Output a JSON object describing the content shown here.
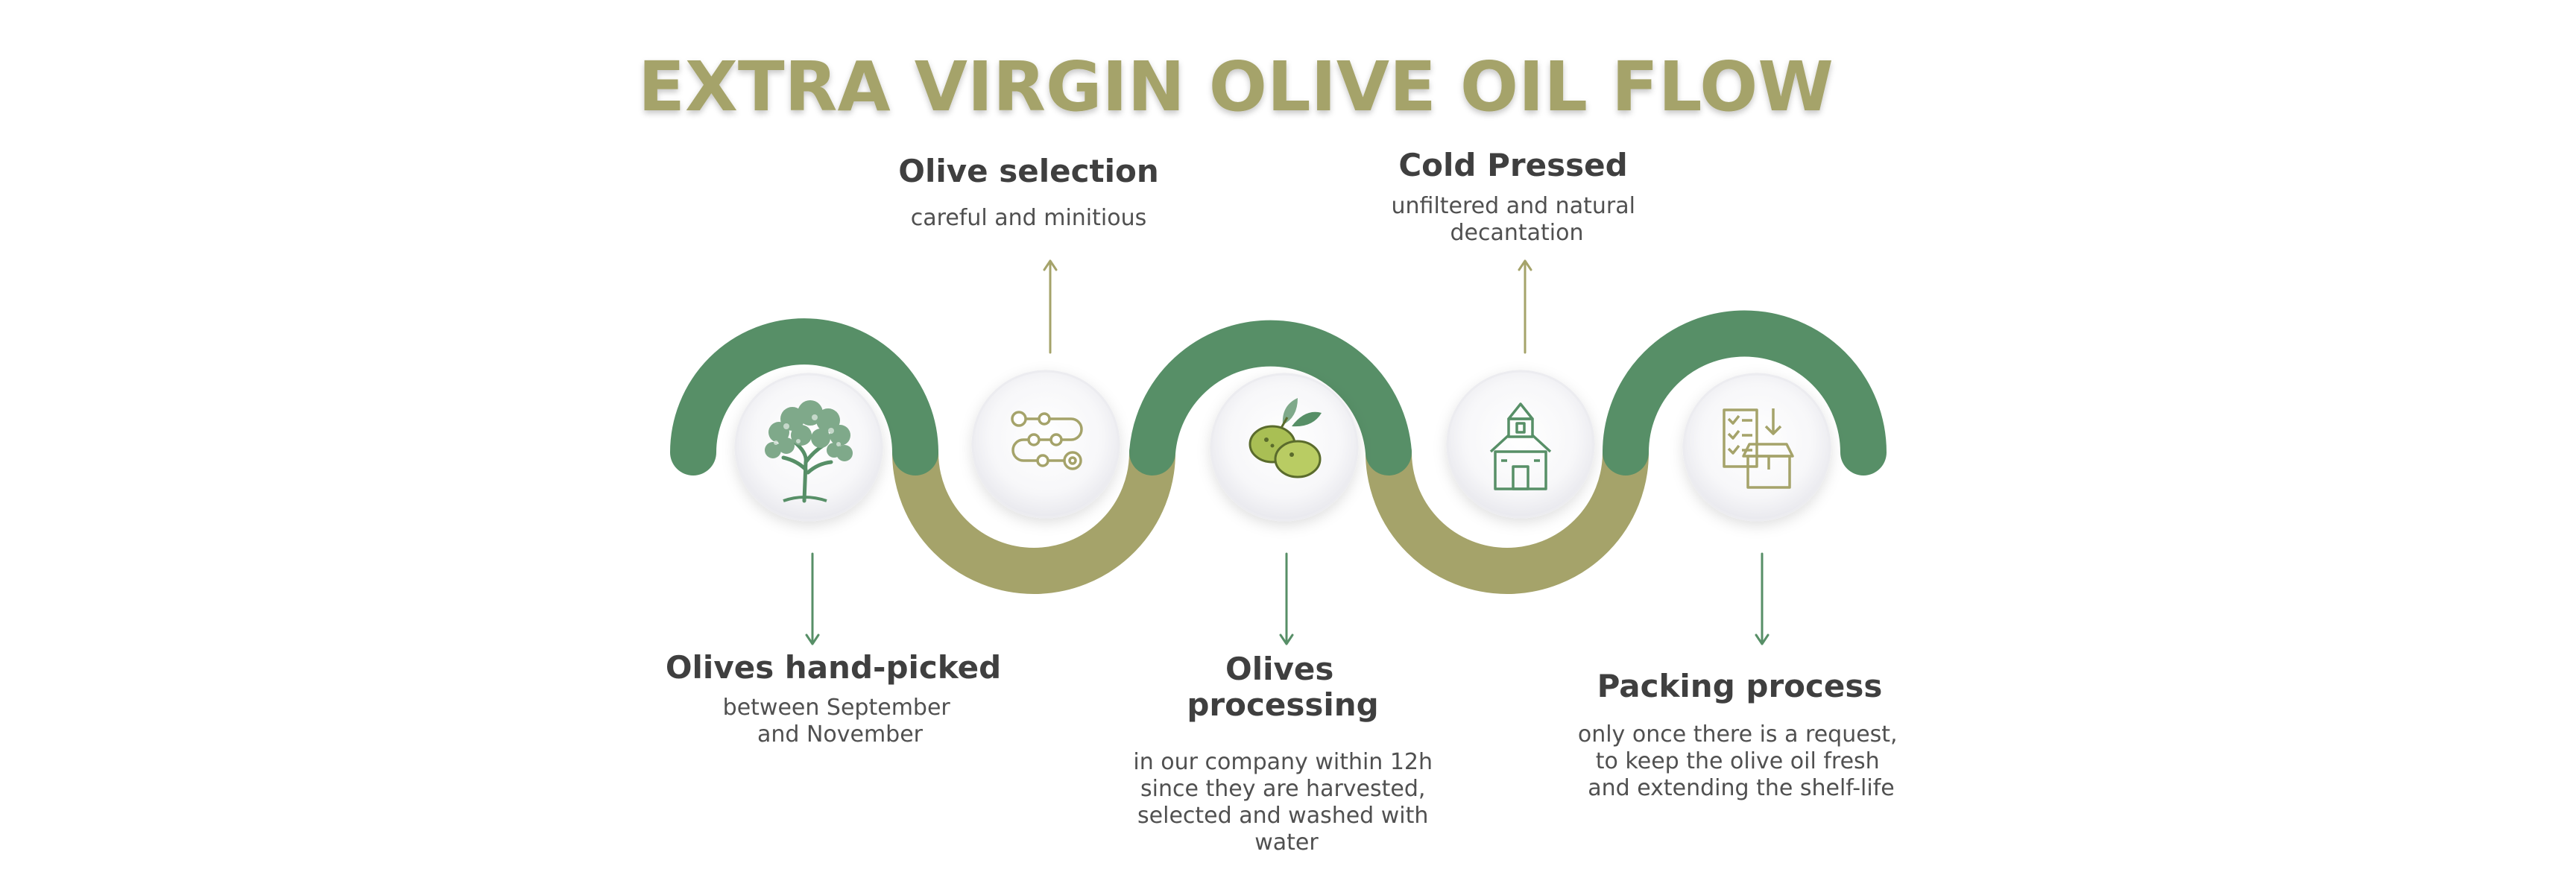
{
  "title": "EXTRA VIRGIN OLIVE OIL FLOW",
  "colors": {
    "title": "#a5a36a",
    "green": "#578f67",
    "olive": "#a5a36a",
    "text": "#3f3f3f",
    "circle_bg": "#f4f4f6"
  },
  "steps": [
    {
      "id": "hand-picked",
      "position": "below",
      "icon": "olive-tree-icon",
      "heading": [
        "Olives hand-picked"
      ],
      "desc": [
        "between September",
        "and November"
      ]
    },
    {
      "id": "selection",
      "position": "above",
      "icon": "process-flow-icon",
      "heading": [
        "Olive selection"
      ],
      "desc": [
        "careful and minitious"
      ]
    },
    {
      "id": "processing",
      "position": "below",
      "icon": "olives-icon",
      "heading": [
        "Olives",
        "processing"
      ],
      "desc": [
        "in our company within 12h",
        "since they are harvested,",
        "selected and washed with",
        "water"
      ]
    },
    {
      "id": "cold-pressed",
      "position": "above",
      "icon": "mill-building-icon",
      "heading": [
        "Cold Pressed"
      ],
      "desc": [
        "unfiltered and natural",
        "decantation"
      ]
    },
    {
      "id": "packing",
      "position": "below",
      "icon": "packing-box-icon",
      "heading": [
        "Packing process"
      ],
      "desc": [
        "only once there is a request,",
        "to keep the olive oil fresh",
        "and extending the shelf-life"
      ]
    }
  ]
}
